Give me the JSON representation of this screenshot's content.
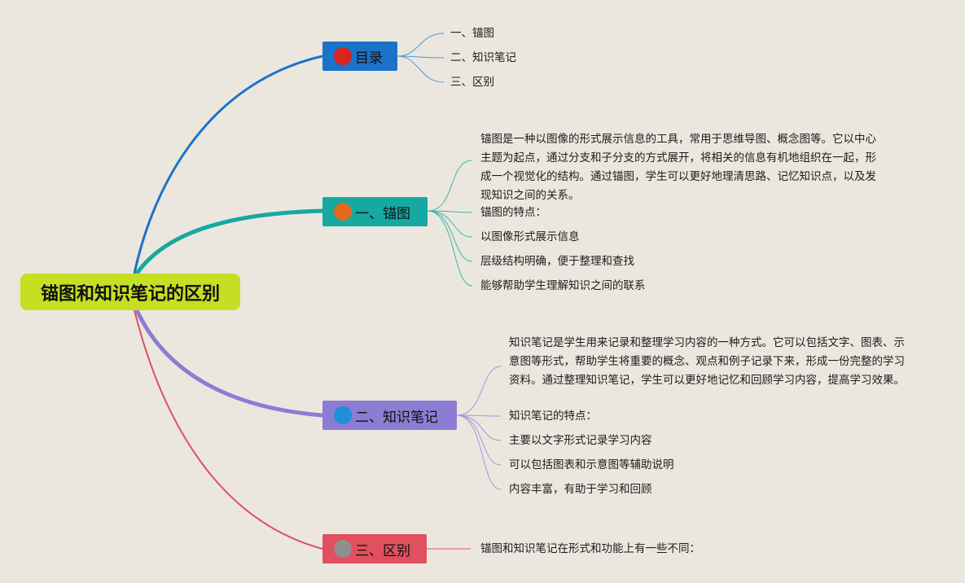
{
  "mindmap": {
    "root": {
      "label": "锚图和知识笔记的区别",
      "color": "#c5df23"
    },
    "branches": [
      {
        "number": "1",
        "label": "目录",
        "color": "#1a73c9",
        "badge_color": "#d8241e",
        "children": [
          "一、锚图",
          "二、知识笔记",
          "三、区别"
        ]
      },
      {
        "number": "2",
        "label": "一、锚图",
        "color": "#16a9a1",
        "badge_color": "#e16a1f",
        "children": [
          "锚图是一种以图像的形式展示信息的工具，常用于思维导图、概念图等。它以中心主题为起点，通过分支和子分支的方式展开，将相关的信息有机地组织在一起，形成一个视觉化的结构。通过锚图，学生可以更好地理清思路、记忆知识点，以及发现知识之间的关系。",
          "锚图的特点：",
          "以图像形式展示信息",
          "层级结构明确，便于整理和查找",
          "能够帮助学生理解知识之间的联系"
        ]
      },
      {
        "number": "3",
        "label": "二、知识笔记",
        "color": "#8c7cd2",
        "badge_color": "#1e8fdc",
        "children": [
          "知识笔记是学生用来记录和整理学习内容的一种方式。它可以包括文字、图表、示意图等形式，帮助学生将重要的概念、观点和例子记录下来，形成一份完整的学习资料。通过整理知识笔记，学生可以更好地记忆和回顾学习内容，提高学习效果。",
          "知识笔记的特点：",
          "主要以文字形式记录学习内容",
          "可以包括图表和示意图等辅助说明",
          "内容丰富，有助于学习和回顾"
        ]
      },
      {
        "number": "4",
        "label": "三、区别",
        "color": "#e0505e",
        "badge_color": "#8f8f8f",
        "children": [
          "锚图和知识笔记在形式和功能上有一些不同："
        ]
      }
    ]
  }
}
